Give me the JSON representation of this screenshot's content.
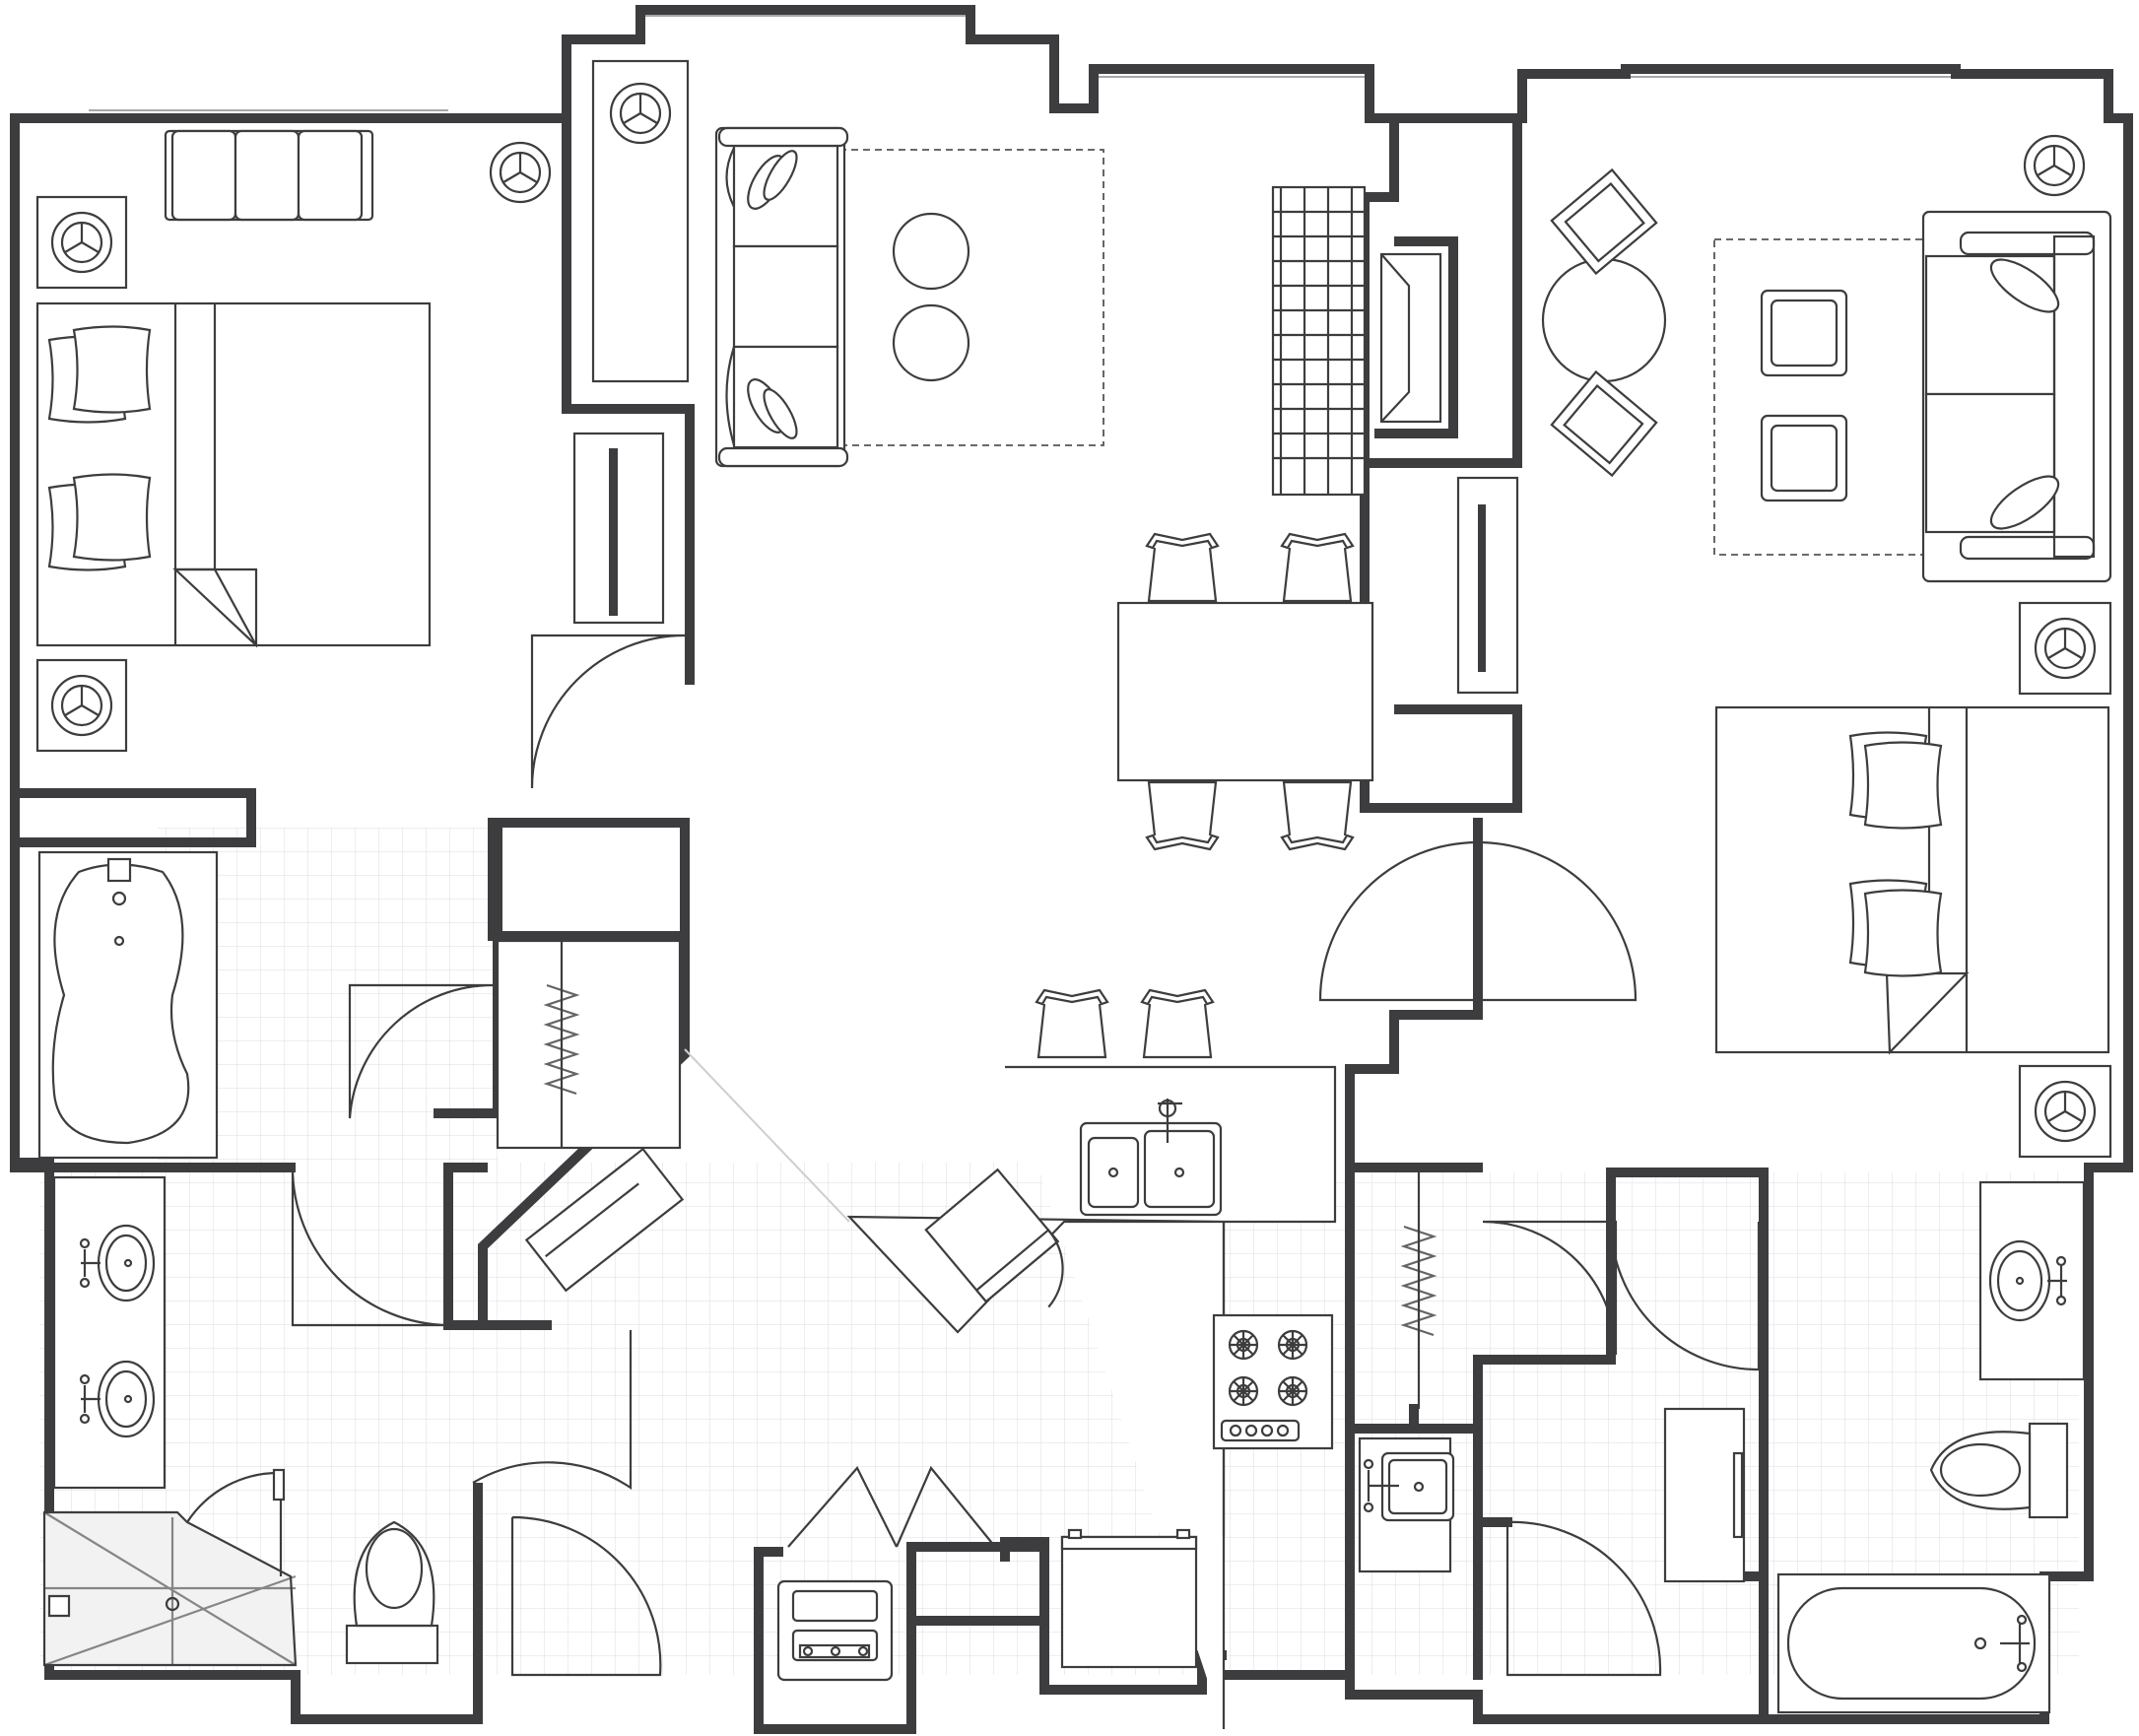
{
  "plan": {
    "type": "apartment floor plan",
    "rooms": [
      {
        "id": "master-bedroom",
        "fixtures": [
          "king-bed",
          "bench",
          "nightstand-lamps",
          "armchair"
        ]
      },
      {
        "id": "master-bath",
        "fixtures": [
          "whirlpool-tub",
          "double-vanity",
          "walk-in-shower",
          "toilet"
        ]
      },
      {
        "id": "living-room",
        "fixtures": [
          "sofa",
          "ottomans",
          "area-rug",
          "media-console",
          "tv-wall"
        ]
      },
      {
        "id": "dining",
        "fixtures": [
          "dining-table",
          "four-chairs"
        ]
      },
      {
        "id": "kitchen",
        "fixtures": [
          "double-sink",
          "cooktop",
          "oven",
          "bar-stools",
          "dishwasher"
        ]
      },
      {
        "id": "laundry",
        "fixtures": [
          "washer-dryer"
        ]
      },
      {
        "id": "second-bedroom",
        "fixtures": [
          "queen-bed",
          "sleeper-sofa",
          "table-and-chairs",
          "ottomans",
          "nightstand-lamps"
        ]
      },
      {
        "id": "second-bath",
        "fixtures": [
          "vanity",
          "toilet",
          "bathtub"
        ]
      },
      {
        "id": "wet-bar",
        "fixtures": [
          "bar-sink"
        ]
      }
    ],
    "colors": {
      "wall": "#3d3d3f",
      "line": "#3d3d3f",
      "tile_grid": "#dcdcdc",
      "background": "#ffffff"
    }
  }
}
